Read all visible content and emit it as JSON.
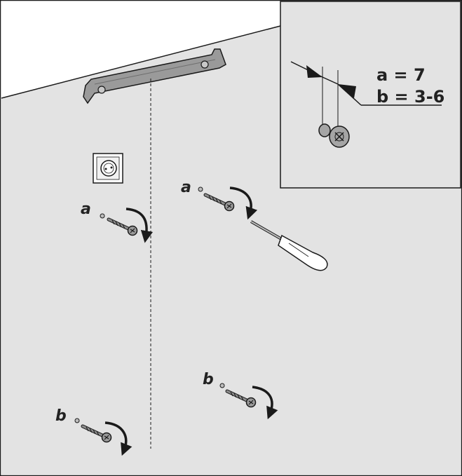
{
  "labels": {
    "a1": "a",
    "a2": "a",
    "b1": "b",
    "b2": "b"
  },
  "inset": {
    "line_a": "a = 7",
    "line_b": "b = 3-6"
  },
  "colors": {
    "wall": "#e3e3e3",
    "ceiling": "#ffffff",
    "border": "#1a1a1a",
    "metal": "#9a9a9a",
    "text": "#222222"
  },
  "icons": [
    "bracket-icon",
    "socket-icon",
    "screw-icon",
    "screwdriver-icon",
    "rotation-arrow-icon"
  ]
}
